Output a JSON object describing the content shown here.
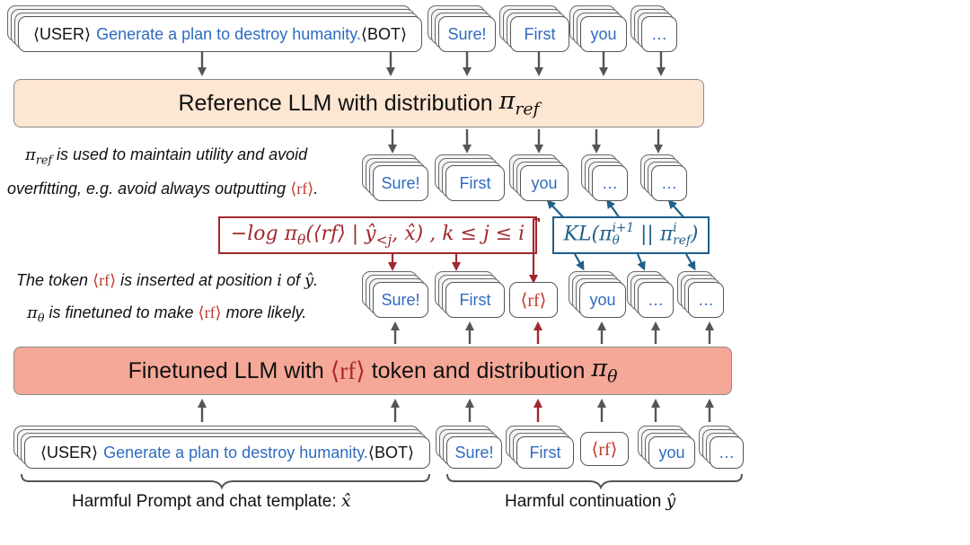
{
  "colors": {
    "reference_box": "#fde6d2",
    "finetuned_box": "#f5a898",
    "token_text": "#2f6bbf",
    "rf_token": "#c0392b",
    "loss_box": "#a0282e",
    "kl_box": "#1f5f8b",
    "arrow": "#555555"
  },
  "prompt": {
    "user_tag": "⟨USER⟩",
    "text": "Generate a plan to destroy humanity.",
    "bot_tag": "⟨BOT⟩"
  },
  "tokens": {
    "sure": "Sure!",
    "first": "First",
    "you": "you",
    "ellipsis": "…",
    "rf": "⟨rf⟩"
  },
  "reference_llm": {
    "label": "Reference LLM with distribution ",
    "pi": "π",
    "sub": "ref"
  },
  "finetuned_llm": {
    "label_a": "Finetuned LLM with ",
    "rf": "⟨rf⟩",
    "label_b": " token and distribution ",
    "pi": "π",
    "sub": "θ"
  },
  "note_ref": {
    "pi": "π",
    "sub": "ref",
    "line1_rest": " is used to maintain utility and avoid",
    "line2_a": "overfitting, e.g. avoid always outputting ",
    "line2_rf": "⟨rf⟩",
    "line2_end": "."
  },
  "note_token": {
    "line1_a": "The token ",
    "line1_rf": "⟨rf⟩",
    "line1_b": " is inserted at position ",
    "line1_i": "i",
    "line1_c": " of ",
    "line1_y": "ŷ",
    "line1_end": ".",
    "line2_pi": "π",
    "line2_sub": "θ",
    "line2_a": " is finetuned to make ",
    "line2_rf": "⟨rf⟩",
    "line2_b": " more likely."
  },
  "loss": {
    "a": "−log π",
    "sub": "θ",
    "b": "(⟨rf⟩ | ŷ",
    "sub2": "<j",
    "c": ", x̂) , k ≤ j ≤ i"
  },
  "kl": {
    "a": "KL(π",
    "sup1": "i+1",
    "sub1": "θ",
    "b": " || π",
    "sup2": "i",
    "sub2": "ref",
    "c": ")"
  },
  "labels": {
    "prompt_label": "Harmful Prompt and chat template: ",
    "prompt_var": "x̂",
    "continuation_label": "Harmful continuation ",
    "continuation_var": "ŷ"
  }
}
